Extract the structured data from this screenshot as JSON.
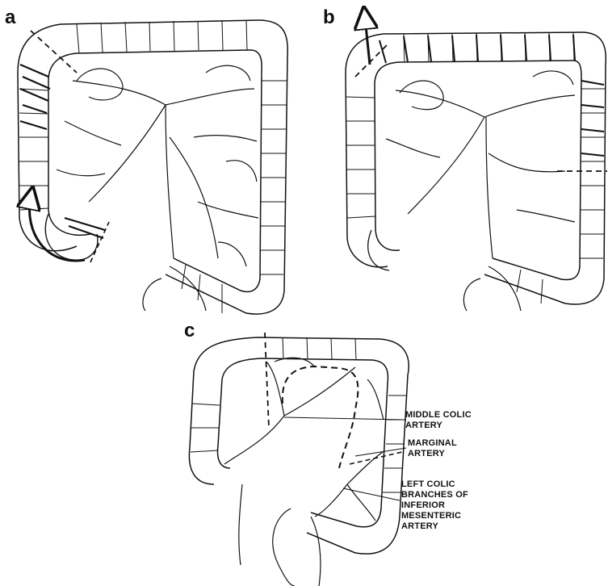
{
  "panels": {
    "a": {
      "letter": "a"
    },
    "b": {
      "letter": "b"
    },
    "c": {
      "letter": "c",
      "callouts": {
        "middle_colic": "MIDDLE COLIC\nARTERY",
        "marginal": "MARGINAL\nARTERY",
        "left_colic": "LEFT COLIC\nBRANCHES OF\nINFERIOR\nMESENTERIC\nARTERY"
      }
    }
  }
}
